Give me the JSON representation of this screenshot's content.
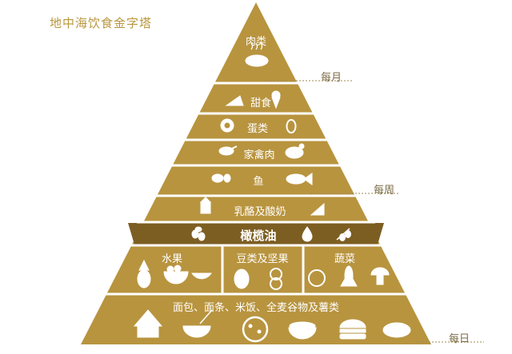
{
  "title": "地中海饮食金字塔",
  "frequency": {
    "monthly": "每月",
    "weekly": "每周",
    "daily": "每日"
  },
  "tiers": {
    "meat": "肉类",
    "sweets": "甜食",
    "eggs": "蛋类",
    "poultry": "家禽肉",
    "fish": "鱼",
    "dairy": "乳酪及酸奶",
    "olive_oil": "橄榄油",
    "fruit": "水果",
    "beans_nuts": "豆类及坚果",
    "vegetables": "蔬菜",
    "grains": "面包、面条、米饭、全麦谷物及薯类"
  },
  "colors": {
    "tier": "#b8943f",
    "oil": "#7d5e22",
    "separator": "#ffffff",
    "title": "#b8963c"
  }
}
